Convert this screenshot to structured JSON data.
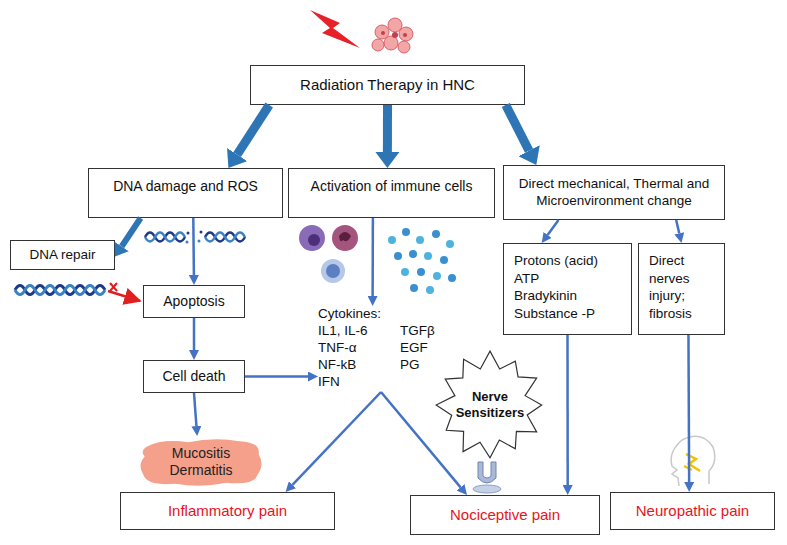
{
  "diagram": {
    "nodes": [
      {
        "text": [
          "Radiation Therapy in HNC"
        ]
      },
      {
        "text": [
          "DNA damage and ROS"
        ]
      },
      {
        "text": [
          "Activation of immune cells"
        ]
      },
      {
        "text": [
          "Direct mechanical, Thermal and Microenvironment change"
        ]
      },
      {
        "text": [
          "DNA repair"
        ]
      },
      {
        "text": [
          "Apoptosis"
        ]
      },
      {
        "text": [
          "Cell death"
        ]
      },
      {
        "text": [
          "Mucositis Dermatitis"
        ]
      },
      {
        "text": [
          "Cytokines:",
          "IL1, IL-6",
          "TNF-α",
          "NF-kB",
          "IFN",
          "TGFβ",
          "EGF",
          "PG"
        ]
      },
      {
        "text": [
          "Protons (acid)",
          "ATP",
          "Bradykinin",
          "Substance -P"
        ]
      },
      {
        "text": [
          "Direct nerves injury; fibrosis"
        ]
      },
      {
        "text": [
          "Nerve Sensitizers"
        ]
      },
      {
        "text": [
          "Inflammatory pain"
        ]
      },
      {
        "text": [
          "Nociceptive pain"
        ]
      },
      {
        "text": [
          "Neuropathic pain"
        ]
      }
    ],
    "edges": [
      {
        "from": 0,
        "to": 1,
        "arrow": "to"
      },
      {
        "from": 0,
        "to": 2,
        "arrow": "to"
      },
      {
        "from": 0,
        "to": 3,
        "arrow": "to"
      },
      {
        "from": 1,
        "to": 4,
        "arrow": "to"
      },
      {
        "from": 1,
        "to": 5,
        "arrow": "to"
      },
      {
        "from": 5,
        "to": 6,
        "arrow": "to"
      },
      {
        "from": 6,
        "to": 7,
        "arrow": "to"
      },
      {
        "from": 6,
        "to": 8,
        "arrow": "to"
      },
      {
        "from": 2,
        "to": 8,
        "arrow": "to"
      },
      {
        "from": 3,
        "to": 9,
        "arrow": "to"
      },
      {
        "from": 3,
        "to": 10,
        "arrow": "to"
      },
      {
        "from": 8,
        "to": 12,
        "arrow": "to"
      },
      {
        "from": 8,
        "to": 13,
        "arrow": "to"
      },
      {
        "from": 9,
        "to": 13,
        "arrow": "to"
      },
      {
        "from": 10,
        "to": 14,
        "arrow": "to"
      }
    ]
  }
}
